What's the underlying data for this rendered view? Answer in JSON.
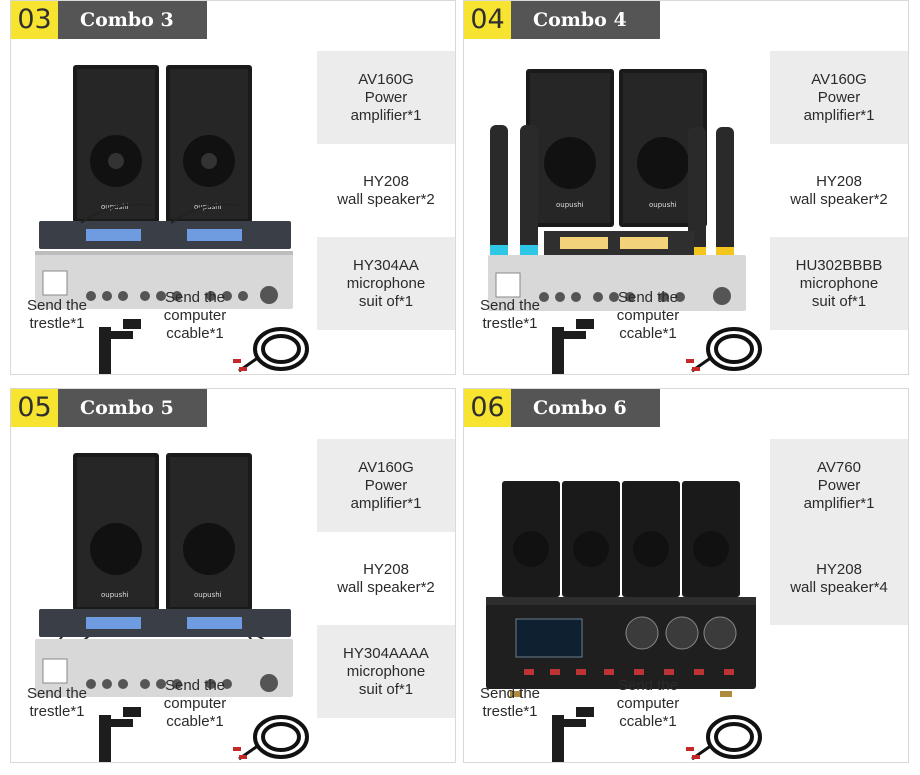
{
  "combos": [
    {
      "num": "03",
      "title": "Combo 3",
      "items": [
        "AV160G\nPower\namplifier*1",
        "HY208\nwall speaker*2",
        "HY304AA\nmicrophone\nsuit of*1"
      ],
      "extras": {
        "trestle": "Send the\ntrestle*1",
        "cable": "Send the\ncomputer\nccable*1"
      }
    },
    {
      "num": "04",
      "title": "Combo 4",
      "items": [
        "AV160G\nPower\namplifier*1",
        "HY208\nwall speaker*2",
        "HU302BBBB\nmicrophone\nsuit of*1"
      ],
      "extras": {
        "trestle": "Send the\ntrestle*1",
        "cable": "Send the\ncomputer\nccable*1"
      }
    },
    {
      "num": "05",
      "title": "Combo 5",
      "items": [
        "AV160G\nPower\namplifier*1",
        "HY208\nwall speaker*2",
        "HY304AAAA\nmicrophone\nsuit of*1"
      ],
      "extras": {
        "trestle": "Send the\ntrestle*1",
        "cable": "Send the\ncomputer\nccable*1"
      }
    },
    {
      "num": "06",
      "title": "Combo 6",
      "items": [
        "AV760\nPower\namplifier*1",
        "HY208\nwall speaker*4"
      ],
      "extras": {
        "trestle": "Send the\ntrestle*1",
        "cable": "Send the\ncomputer\nccable*1"
      }
    }
  ],
  "colors": {
    "tag_yellow": "#f6e430",
    "tag_grey": "#555555",
    "box_grey": "#ececec"
  }
}
